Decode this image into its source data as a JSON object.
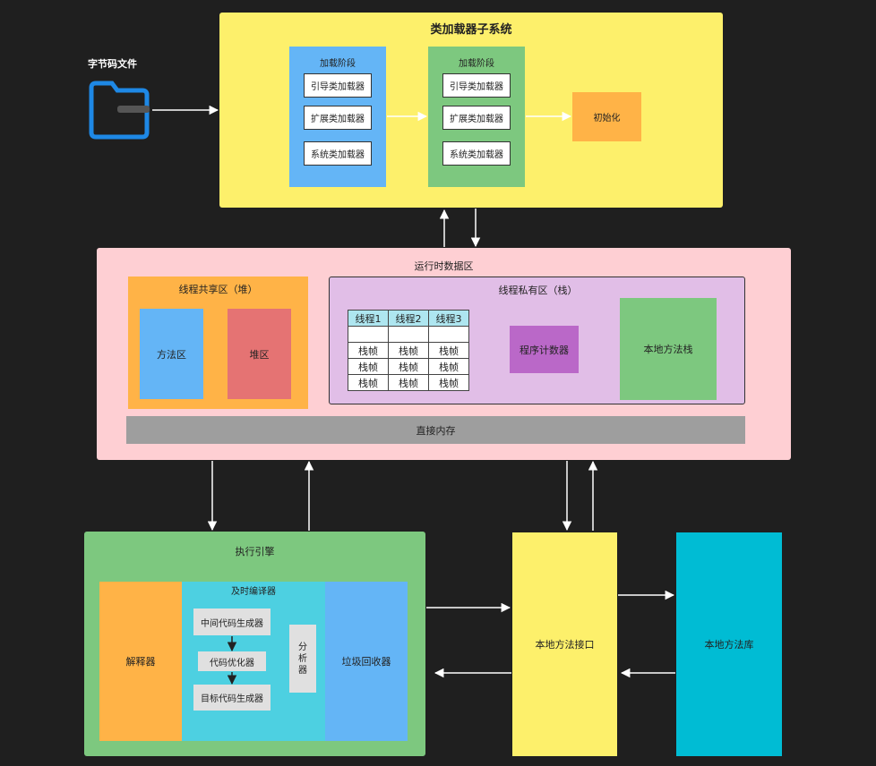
{
  "bytecode": {
    "label": "字节码文件",
    "icon": "folder-icon"
  },
  "class_loader": {
    "title": "类加载器子系统",
    "stage1": {
      "title": "加载阶段",
      "items": [
        "引导类加载器",
        "扩展类加载器",
        "系统类加载器"
      ]
    },
    "stage2": {
      "title": "加载阶段",
      "items": [
        "引导类加载器",
        "扩展类加载器",
        "系统类加载器"
      ]
    },
    "init": "初始化"
  },
  "runtime": {
    "title": "运行时数据区",
    "shared": {
      "title": "线程共享区（堆）",
      "method_area": "方法区",
      "heap": "堆区"
    },
    "private": {
      "title": "线程私有区（栈）",
      "threads": [
        "线程1",
        "线程2",
        "线程3"
      ],
      "frame": "栈帧",
      "pc": "程序计数器",
      "native_stack": "本地方法栈"
    },
    "direct_memory": "直接内存"
  },
  "engine": {
    "title": "执行引擎",
    "interpreter": "解释器",
    "jit": {
      "title": "及时编译器",
      "steps": [
        "中间代码生成器",
        "代码优化器",
        "目标代码生成器"
      ],
      "analyzer": "分\n析\n器"
    },
    "gc": "垃圾回收器"
  },
  "native_interface": "本地方法接口",
  "native_library": "本地方法库",
  "colors": {
    "yellow": "#fdf06b",
    "blue": "#64b5f6",
    "green": "#7dc87f",
    "orange": "#ffb347",
    "pink": "#fecfd3",
    "purple": "#e1bee7",
    "red": "#e57373",
    "cyan": "#00bcd4"
  }
}
